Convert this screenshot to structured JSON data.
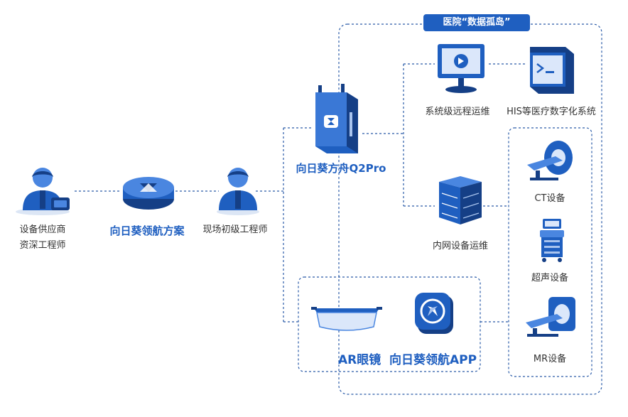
{
  "island_title": "医院“数据孤岛”",
  "nodes": {
    "supplier_engineer": {
      "line1": "设备供应商",
      "line2": "资深工程师"
    },
    "navigator_solution": "向日葵领航方案",
    "field_engineer": "现场初级工程师",
    "q2pro": "向日葵方舟Q2Pro",
    "system_ops": "系统级远程运维",
    "his": "HIS等医疗数字化系统",
    "intranet_ops": "内网设备运维",
    "ct": "CT设备",
    "ultrasound": "超声设备",
    "mr": "MR设备",
    "ar_glasses": "AR眼镜",
    "navigator_app": "向日葵领航APP"
  },
  "colors": {
    "primary": "#1f5fc0",
    "light": "#4a86e0",
    "dark": "#153f86",
    "line": "#2a5ba8"
  },
  "icons": {
    "person": "engineer-person-icon",
    "hub": "navigator-puck-icon",
    "router": "q2pro-box-icon",
    "monitor": "monitor-icon",
    "terminal": "terminal-window-icon",
    "server": "server-rack-icon",
    "ct": "ct-scanner-icon",
    "us": "ultrasound-cart-icon",
    "mr": "mr-scanner-icon",
    "glasses": "ar-glasses-icon",
    "app": "app-compass-icon"
  }
}
